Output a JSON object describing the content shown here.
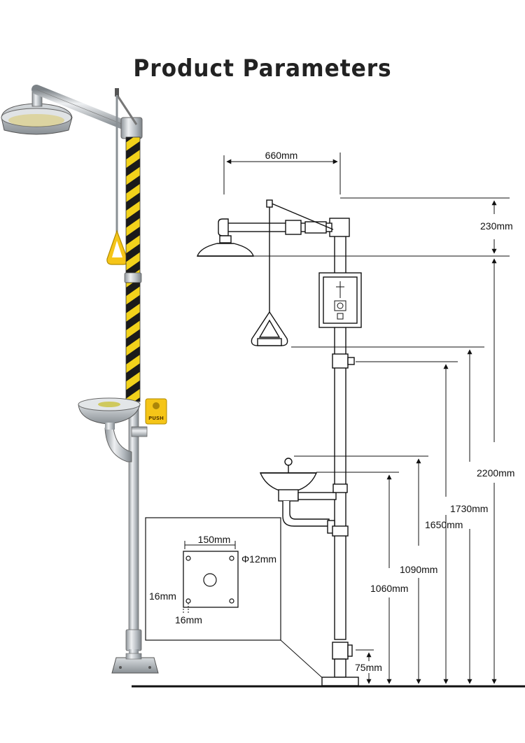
{
  "title": "Product Parameters",
  "colors": {
    "background": "#ffffff",
    "line": "#111111",
    "steel": "#c8ccd0",
    "stripe_yellow": "#f2d21b",
    "stripe_black": "#1a1a1a",
    "push_yellow": "#f5c518"
  },
  "photo": {
    "push_label": "PUSH"
  },
  "dimensions": {
    "head_spread": "660mm",
    "head_height": "230mm",
    "total_height": "2200mm",
    "valve_height": "1730mm",
    "bowl_rim_height": "1650mm",
    "bowl_arm_height": "1090mm",
    "bowl_valve_height": "1060mm",
    "base_height": "75mm"
  },
  "base_plate": {
    "hole_spacing": "150mm",
    "hole_diameter": "Φ12mm",
    "edge_offset_v": "16mm",
    "edge_offset_h": "16mm"
  }
}
